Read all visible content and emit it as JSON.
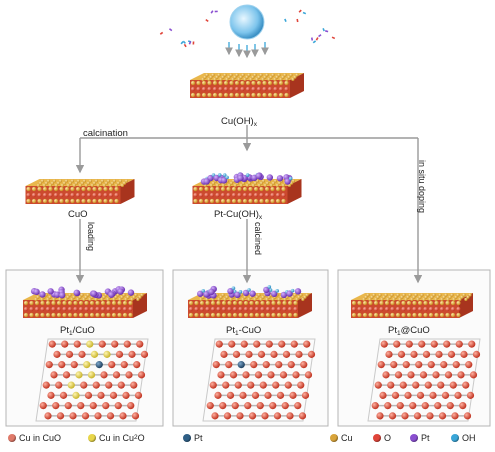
{
  "labels": {
    "top": "Cu(OH)",
    "top_sub": "x",
    "calcination": "calcination",
    "cuo": "CuO",
    "pt_cuoh": "Pt-Cu(OH)",
    "pt_cuoh_sub": "x",
    "loading": "loading",
    "calcined": "calcined",
    "insitu": "in situ doping",
    "p1_a": "Pt",
    "p1_sub": "1",
    "p1_b": "/CuO",
    "p2_a": "Pt",
    "p2_sub": "1",
    "p2_b": "-CuO",
    "p3_a": "Pt",
    "p3_sub": "1",
    "p3_b": "@CuO"
  },
  "legend_left": [
    {
      "text": "Cu in CuO",
      "color": "#e07a6a"
    },
    {
      "text_a": "Cu in Cu",
      "text_sub": "2",
      "text_b": "O",
      "color": "#e8d64a"
    },
    {
      "text": "Pt",
      "color": "#2f5f86"
    }
  ],
  "legend_right": [
    {
      "text": "Cu",
      "color": "#d9a43a"
    },
    {
      "text": "O",
      "color": "#e0453a"
    },
    {
      "text": "Pt",
      "color": "#8a4fd0"
    },
    {
      "text": "OH",
      "color": "#3aa6d8"
    }
  ],
  "colors": {
    "arrow": "#9a9a9a",
    "slab_cu": "#d9a43a",
    "slab_o": "#cc4a2e",
    "pt": "#8a4fd0",
    "oh": "#3aa6d8",
    "cuo_atom": "#e07a6a",
    "cu2o_atom": "#e8d64a",
    "pt_single": "#2f5f86",
    "bond": "#b8b8b8"
  }
}
